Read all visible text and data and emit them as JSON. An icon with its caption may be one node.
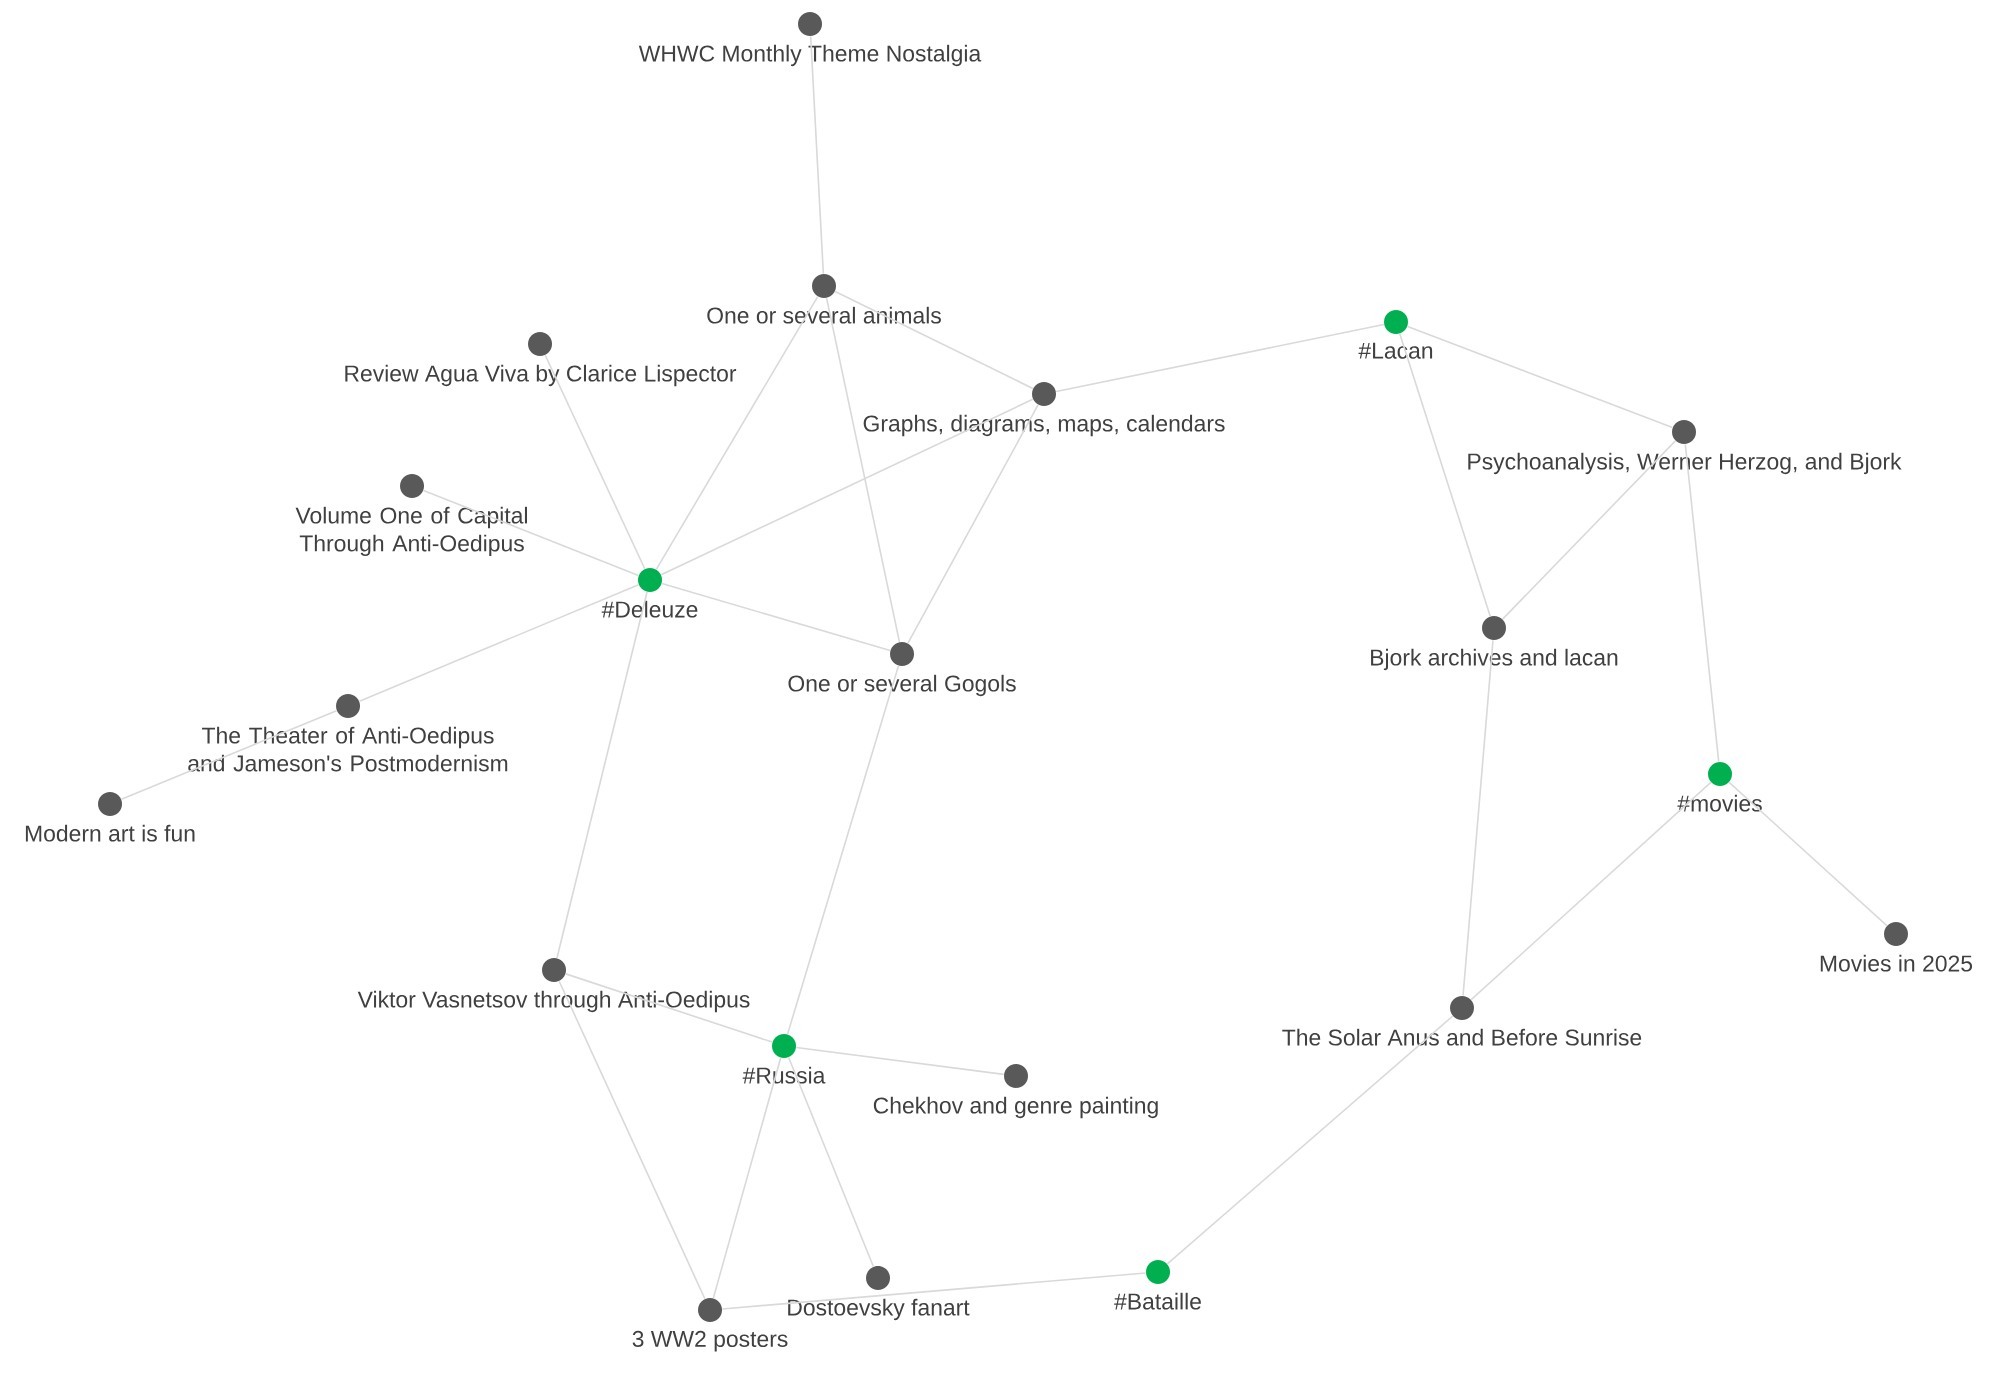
{
  "diagram": {
    "nodes": [
      {
        "text": [
          "WHWC Monthly Theme Nostalgia"
        ]
      },
      {
        "text": [
          "One or several animals"
        ]
      },
      {
        "text": [
          "Review Agua Viva by Clarice Lispector"
        ]
      },
      {
        "text": [
          "Graphs, diagrams, maps, calendars"
        ]
      },
      {
        "text": [
          "#Lacan"
        ]
      },
      {
        "text": [
          "Psychoanalysis, Werner Herzog, and Bjork"
        ]
      },
      {
        "text": [
          "Volume One of Capital Through Anti-Oedipus"
        ]
      },
      {
        "text": [
          "#Deleuze"
        ]
      },
      {
        "text": [
          "One or several Gogols"
        ]
      },
      {
        "text": [
          "Bjork archives and lacan"
        ]
      },
      {
        "text": [
          "The Theater of Anti-Oedipus and Jameson's Postmodernism"
        ]
      },
      {
        "text": [
          "Modern art is fun"
        ]
      },
      {
        "text": [
          "#movies"
        ]
      },
      {
        "text": [
          "Movies in 2025"
        ]
      },
      {
        "text": [
          "Viktor Vasnetsov through Anti-Oedipus"
        ]
      },
      {
        "text": [
          "The Solar Anus and Before Sunrise"
        ]
      },
      {
        "text": [
          "#Russia"
        ]
      },
      {
        "text": [
          "Chekhov and genre painting"
        ]
      },
      {
        "text": [
          "#Bataille"
        ]
      },
      {
        "text": [
          "Dostoevsky fanart"
        ]
      },
      {
        "text": [
          "3 WW2 posters"
        ]
      }
    ],
    "edges": [
      {
        "from": 0,
        "to": 1,
        "arrow": "none"
      },
      {
        "from": 1,
        "to": 3,
        "arrow": "none"
      },
      {
        "from": 1,
        "to": 7,
        "arrow": "none"
      },
      {
        "from": 1,
        "to": 8,
        "arrow": "none"
      },
      {
        "from": 3,
        "to": 4,
        "arrow": "none"
      },
      {
        "from": 3,
        "to": 7,
        "arrow": "none"
      },
      {
        "from": 3,
        "to": 8,
        "arrow": "none"
      },
      {
        "from": 2,
        "to": 7,
        "arrow": "none"
      },
      {
        "from": 6,
        "to": 7,
        "arrow": "none"
      },
      {
        "from": 7,
        "to": 8,
        "arrow": "none"
      },
      {
        "from": 7,
        "to": 10,
        "arrow": "none"
      },
      {
        "from": 10,
        "to": 11,
        "arrow": "none"
      },
      {
        "from": 7,
        "to": 14,
        "arrow": "none"
      },
      {
        "from": 8,
        "to": 16,
        "arrow": "none"
      },
      {
        "from": 4,
        "to": 5,
        "arrow": "none"
      },
      {
        "from": 4,
        "to": 9,
        "arrow": "none"
      },
      {
        "from": 5,
        "to": 9,
        "arrow": "none"
      },
      {
        "from": 5,
        "to": 12,
        "arrow": "none"
      },
      {
        "from": 12,
        "to": 13,
        "arrow": "none"
      },
      {
        "from": 12,
        "to": 15,
        "arrow": "none"
      },
      {
        "from": 9,
        "to": 15,
        "arrow": "none"
      },
      {
        "from": 15,
        "to": 18,
        "arrow": "none"
      },
      {
        "from": 14,
        "to": 16,
        "arrow": "none"
      },
      {
        "from": 14,
        "to": 20,
        "arrow": "none"
      },
      {
        "from": 16,
        "to": 17,
        "arrow": "none"
      },
      {
        "from": 16,
        "to": 20,
        "arrow": "none"
      },
      {
        "from": 16,
        "to": 19,
        "arrow": "none"
      },
      {
        "from": 20,
        "to": 18,
        "arrow": "none"
      }
    ]
  }
}
